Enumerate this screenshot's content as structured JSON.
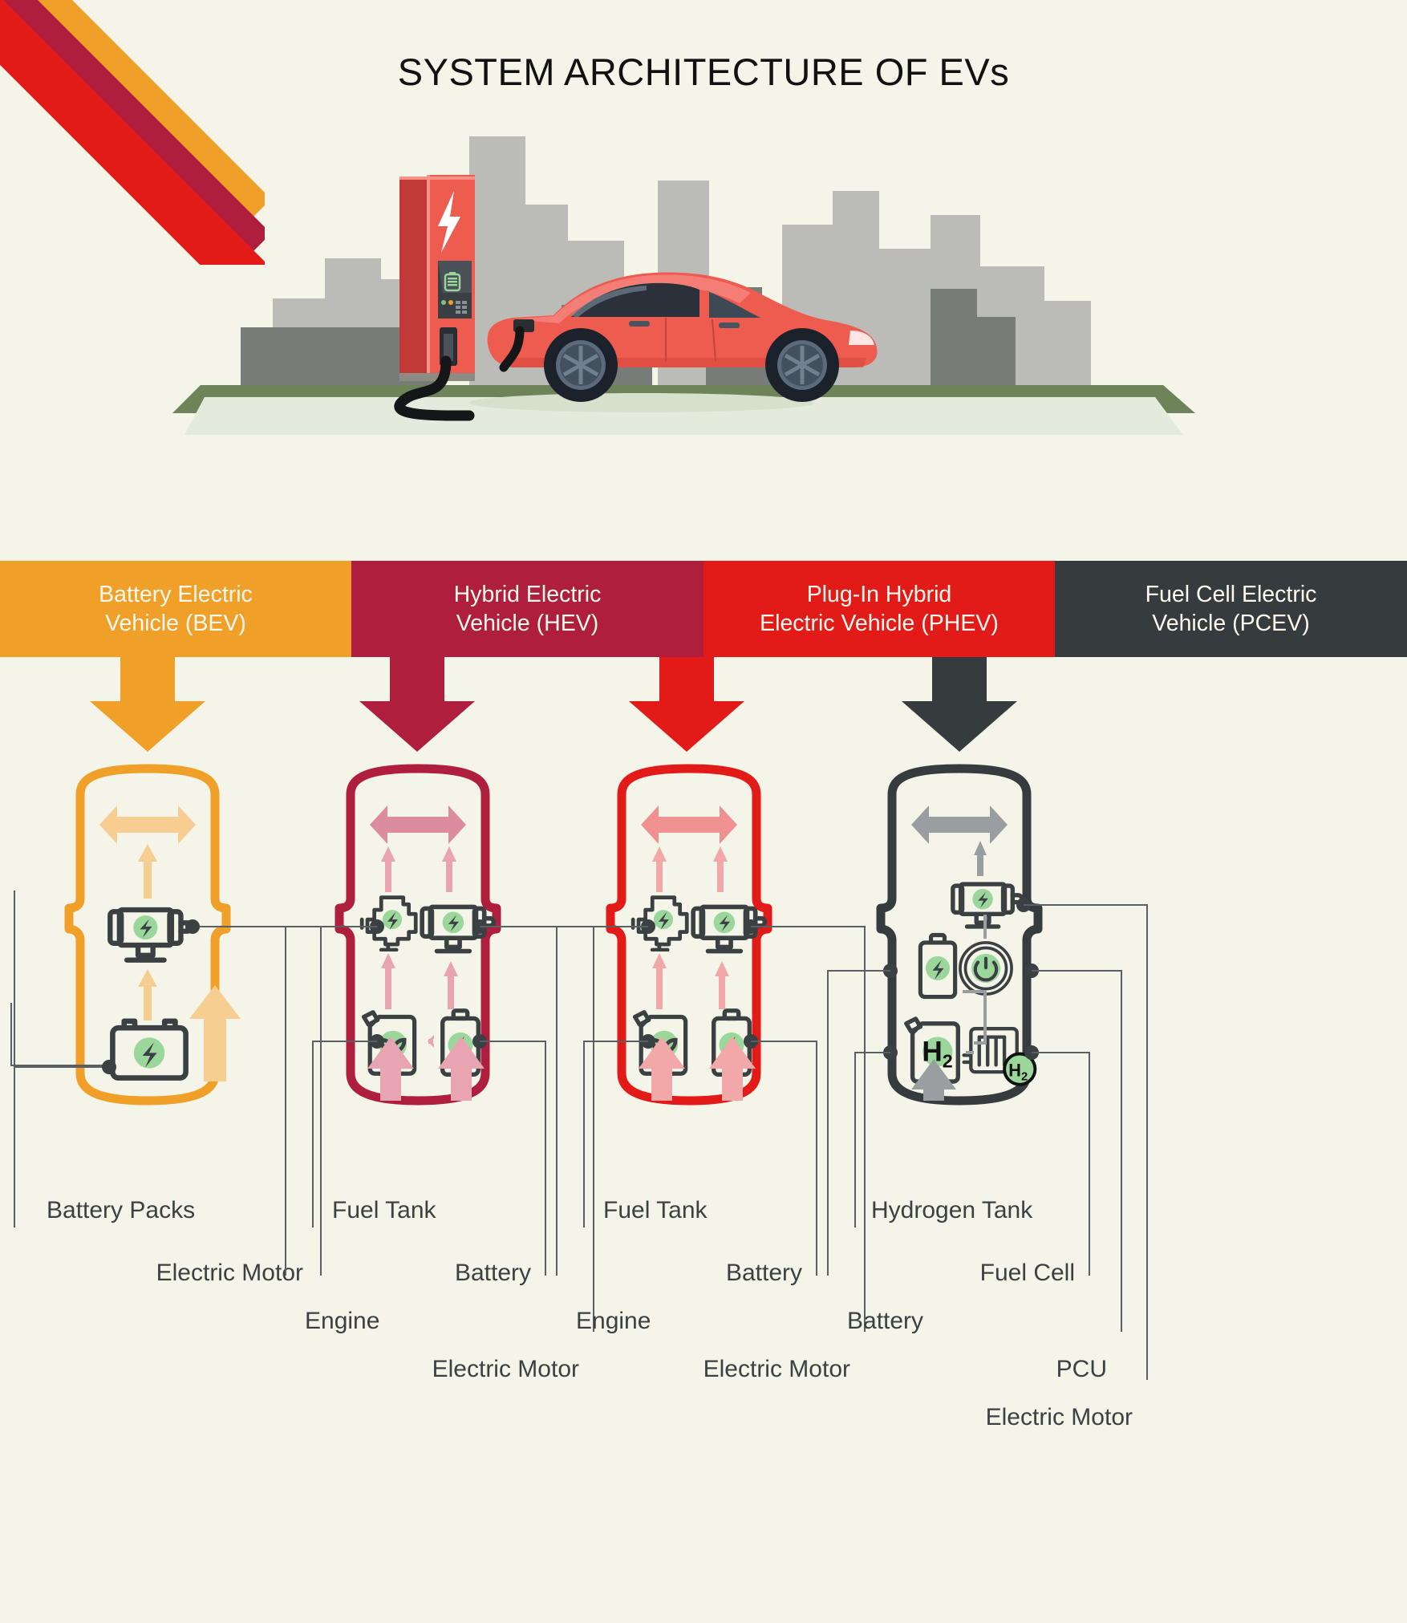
{
  "header": {
    "title": "SYSTEM ARCHITECTURE OF EVs"
  },
  "hero": {
    "alt": "electric car charging at a red charging station in front of a city skyline",
    "charger_icon": "lightning-bolt-icon",
    "charger_screen_icon": "battery-level-icon"
  },
  "theme": {
    "background": "#F4F5E8",
    "bev": "#F0A028",
    "hev": "#AF1E3C",
    "phev": "#E31B18",
    "pcev": "#363C3E",
    "icon_dark": "#3B4043",
    "icon_green": "#9BD79B",
    "leader_line": "#5A5F63"
  },
  "categories": [
    {
      "id": "bev",
      "line1": "Battery Electric",
      "line2": "Vehicle (BEV)",
      "color": "#F0A028",
      "arrow_color": "#F0A028",
      "body_arrow": "#F7CE91",
      "components": [
        {
          "name": "Battery Packs",
          "icon": "battery-icon"
        },
        {
          "name": "Electric Motor",
          "icon": "electric-motor-icon"
        }
      ]
    },
    {
      "id": "hev",
      "line1": "Hybrid Electric",
      "line2": "Vehicle (HEV)",
      "color": "#AF1E3C",
      "arrow_color": "#AF1E3C",
      "body_arrow": "#DB8D9E",
      "components": [
        {
          "name": "Fuel Tank",
          "icon": "fuel-tank-icon"
        },
        {
          "name": "Battery",
          "icon": "battery-icon"
        },
        {
          "name": "Engine",
          "icon": "engine-icon"
        },
        {
          "name": "Electric Motor",
          "icon": "electric-motor-icon"
        }
      ]
    },
    {
      "id": "phev",
      "line1": "Plug-In Hybrid",
      "line2": "Electric Vehicle (PHEV)",
      "color": "#E31B18",
      "arrow_color": "#E31B18",
      "body_arrow": "#F09191",
      "components": [
        {
          "name": "Fuel Tank",
          "icon": "fuel-tank-icon"
        },
        {
          "name": "Battery",
          "icon": "battery-icon"
        },
        {
          "name": "Engine",
          "icon": "engine-icon"
        },
        {
          "name": "Electric Motor",
          "icon": "electric-motor-icon"
        }
      ]
    },
    {
      "id": "pcev",
      "line1": "Fuel Cell Electric",
      "line2": "Vehicle (PCEV)",
      "color": "#363C3E",
      "arrow_color": "#363C3E",
      "body_arrow": "#9A9EA0",
      "components": [
        {
          "name": "Hydrogen Tank",
          "icon": "hydrogen-tank-icon"
        },
        {
          "name": "Fuel Cell",
          "icon": "fuel-cell-icon"
        },
        {
          "name": "Battery",
          "icon": "battery-icon"
        },
        {
          "name": "PCU",
          "icon": "power-control-unit-icon"
        },
        {
          "name": "Electric Motor",
          "icon": "electric-motor-icon"
        }
      ]
    }
  ],
  "icon_labels": {
    "hydrogen_tank": "H",
    "hydrogen_tank_sub": "2",
    "fuel_cell_badge": "H",
    "fuel_cell_badge_sub": "2"
  }
}
